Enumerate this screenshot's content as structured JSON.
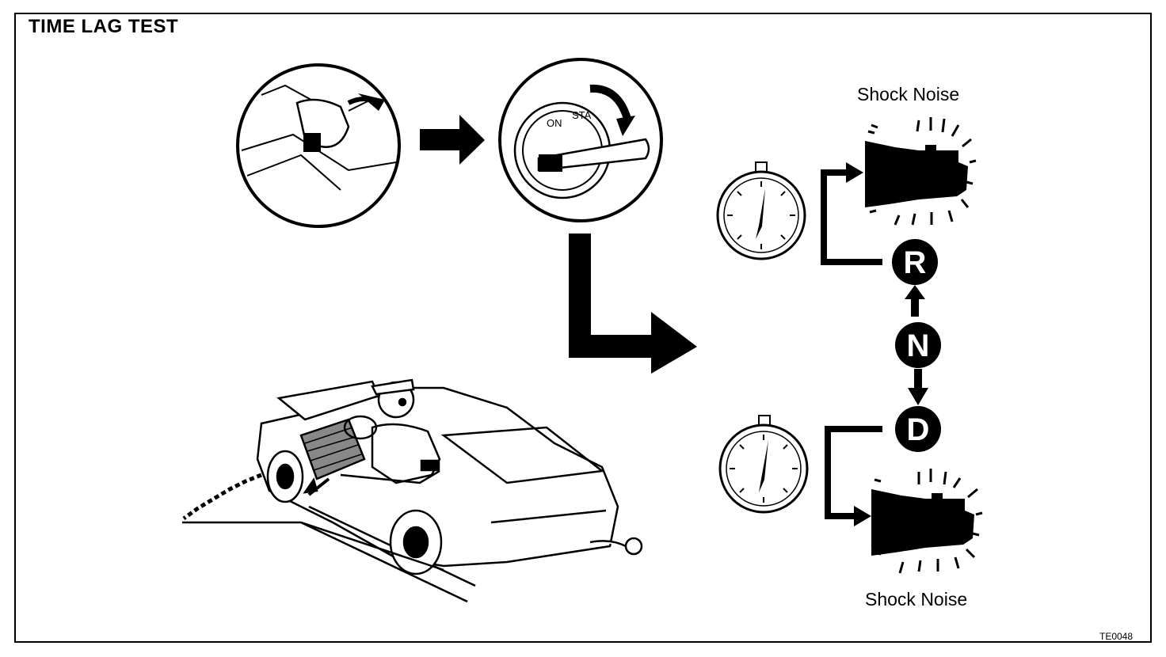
{
  "title": "TIME LAG TEST",
  "shock_noise_top": "Shock Noise",
  "shock_noise_bottom": "Shock Noise",
  "figure_code": "TE0048",
  "gears": {
    "r": "R",
    "n": "N",
    "d": "D"
  },
  "ignition_labels": {
    "on": "ON",
    "start": "STA"
  },
  "icons": [
    "parking-brake-hand",
    "ignition-key",
    "bold-arrow",
    "stopwatch",
    "transmission",
    "car-with-mechanic"
  ],
  "colors": {
    "ink": "#000000",
    "paper": "#ffffff"
  }
}
